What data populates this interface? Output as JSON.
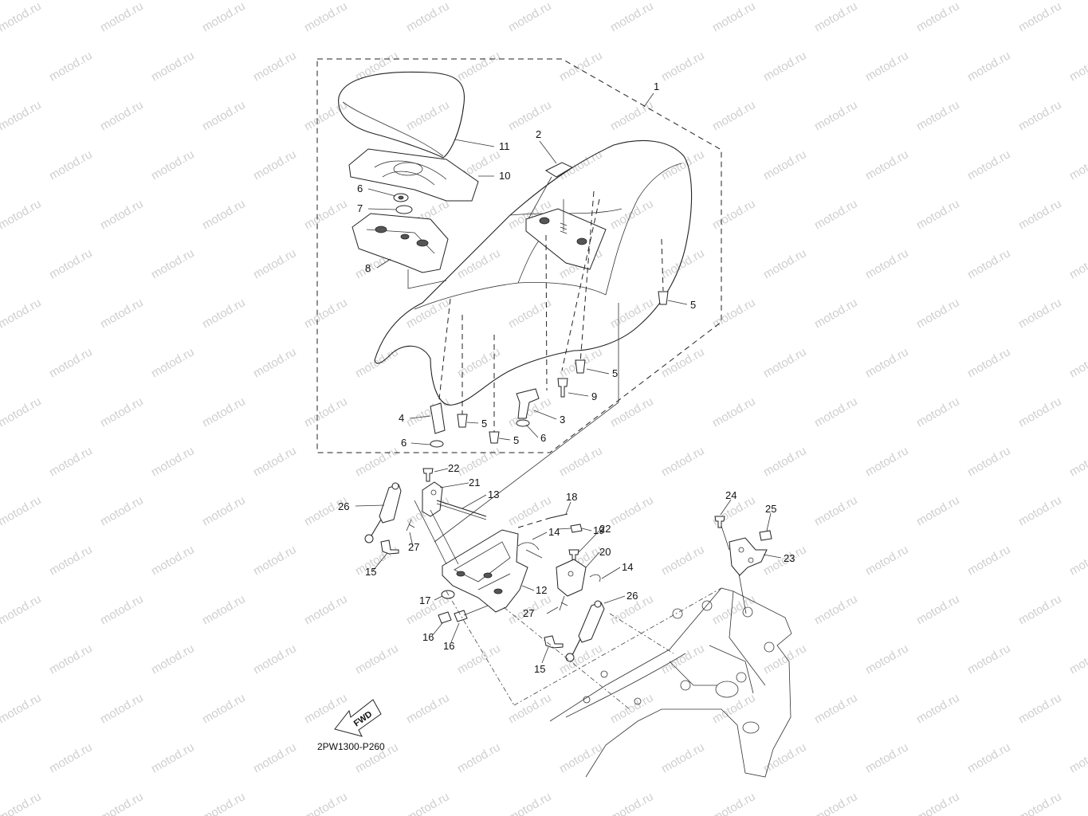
{
  "diagram_code": "2PW1300-P260",
  "fwd_label": "FWD",
  "watermark": "motod.ru",
  "callouts": [
    {
      "label": "1"
    },
    {
      "label": "2"
    },
    {
      "label": "11"
    },
    {
      "label": "10"
    },
    {
      "label": "6"
    },
    {
      "label": "7"
    },
    {
      "label": "8"
    },
    {
      "label": "5"
    },
    {
      "label": "5"
    },
    {
      "label": "9"
    },
    {
      "label": "3"
    },
    {
      "label": "4"
    },
    {
      "label": "5"
    },
    {
      "label": "5"
    },
    {
      "label": "6"
    },
    {
      "label": "6"
    },
    {
      "label": "22"
    },
    {
      "label": "21"
    },
    {
      "label": "13"
    },
    {
      "label": "26"
    },
    {
      "label": "18"
    },
    {
      "label": "19"
    },
    {
      "label": "27"
    },
    {
      "label": "14"
    },
    {
      "label": "22"
    },
    {
      "label": "15"
    },
    {
      "label": "20"
    },
    {
      "label": "14"
    },
    {
      "label": "12"
    },
    {
      "label": "17"
    },
    {
      "label": "26"
    },
    {
      "label": "27"
    },
    {
      "label": "16"
    },
    {
      "label": "16"
    },
    {
      "label": "15"
    },
    {
      "label": "24"
    },
    {
      "label": "25"
    },
    {
      "label": "23"
    }
  ]
}
